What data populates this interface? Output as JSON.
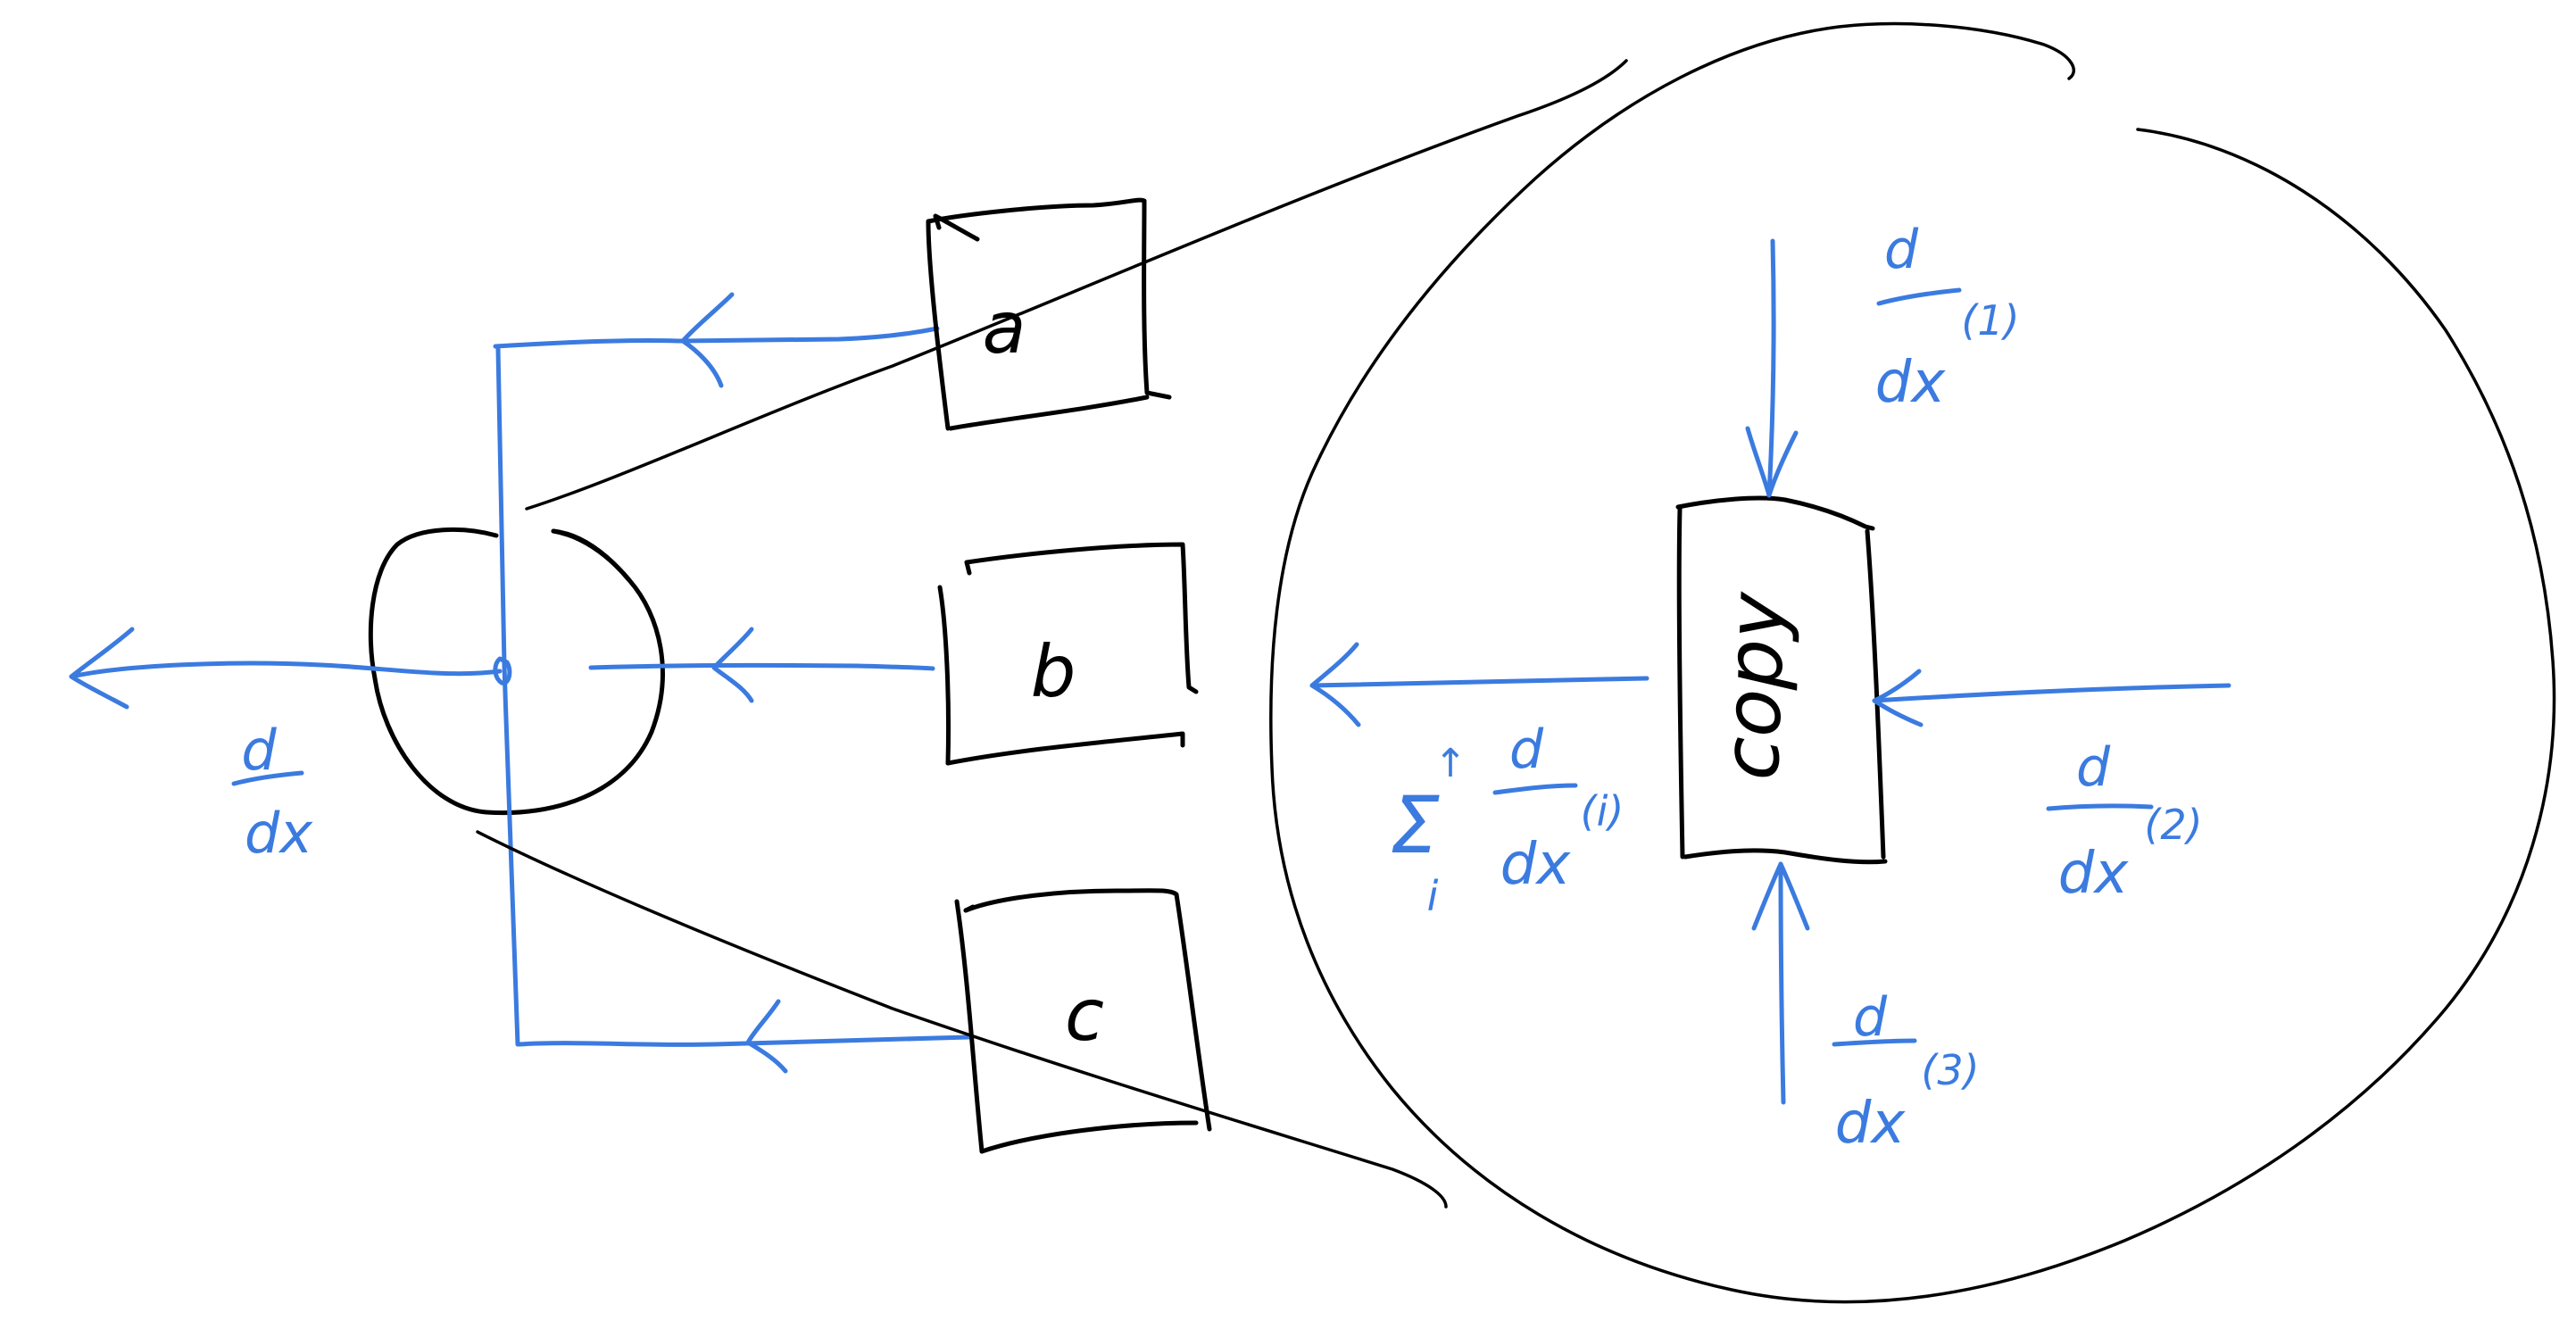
{
  "colors": {
    "ink": "#000000",
    "gradient": "#3b7be0",
    "background": "#ffffff"
  },
  "nodes": {
    "a": "a",
    "b": "b",
    "c": "c",
    "copy": "copy"
  },
  "gradients": {
    "output": {
      "num": "d",
      "den": "dx"
    },
    "in1": {
      "num": "d",
      "den": "dx",
      "sup": "(1)"
    },
    "in2": {
      "num": "d",
      "den": "dx",
      "sup": "(2)"
    },
    "in3": {
      "num": "d",
      "den": "dx",
      "sup": "(3)"
    },
    "sum": {
      "sigma": "Σ",
      "upper": "↑",
      "lower": "i",
      "num": "d",
      "den": "dx",
      "sup": "(i)"
    }
  }
}
